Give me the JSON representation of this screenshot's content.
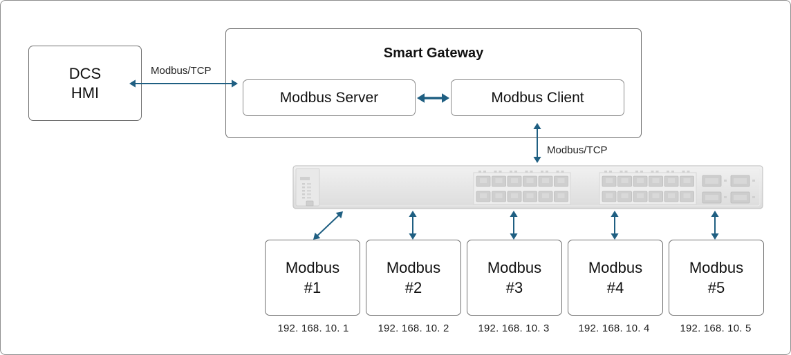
{
  "dcs": {
    "line1": "DCS",
    "line2": "HMI"
  },
  "gateway": {
    "title": "Smart Gateway",
    "server_label": "Modbus Server",
    "client_label": "Modbus Client"
  },
  "links": {
    "hmi_gateway": "Modbus/TCP",
    "gateway_switch": "Modbus/TCP"
  },
  "devices": [
    {
      "name": "Modbus",
      "num": "#1",
      "ip": "192. 168. 10. 1"
    },
    {
      "name": "Modbus",
      "num": "#2",
      "ip": "192. 168. 10. 2"
    },
    {
      "name": "Modbus",
      "num": "#3",
      "ip": "192. 168. 10. 3"
    },
    {
      "name": "Modbus",
      "num": "#4",
      "ip": "192. 168. 10. 4"
    },
    {
      "name": "Modbus",
      "num": "#5",
      "ip": "192. 168. 10. 5"
    }
  ],
  "colors": {
    "arrow": "#1f5f82",
    "border": "#6e6e6e",
    "switch_body": "#e6e6e6",
    "port": "#cfcfcf"
  },
  "icons": {
    "switch": "network-switch-icon"
  }
}
